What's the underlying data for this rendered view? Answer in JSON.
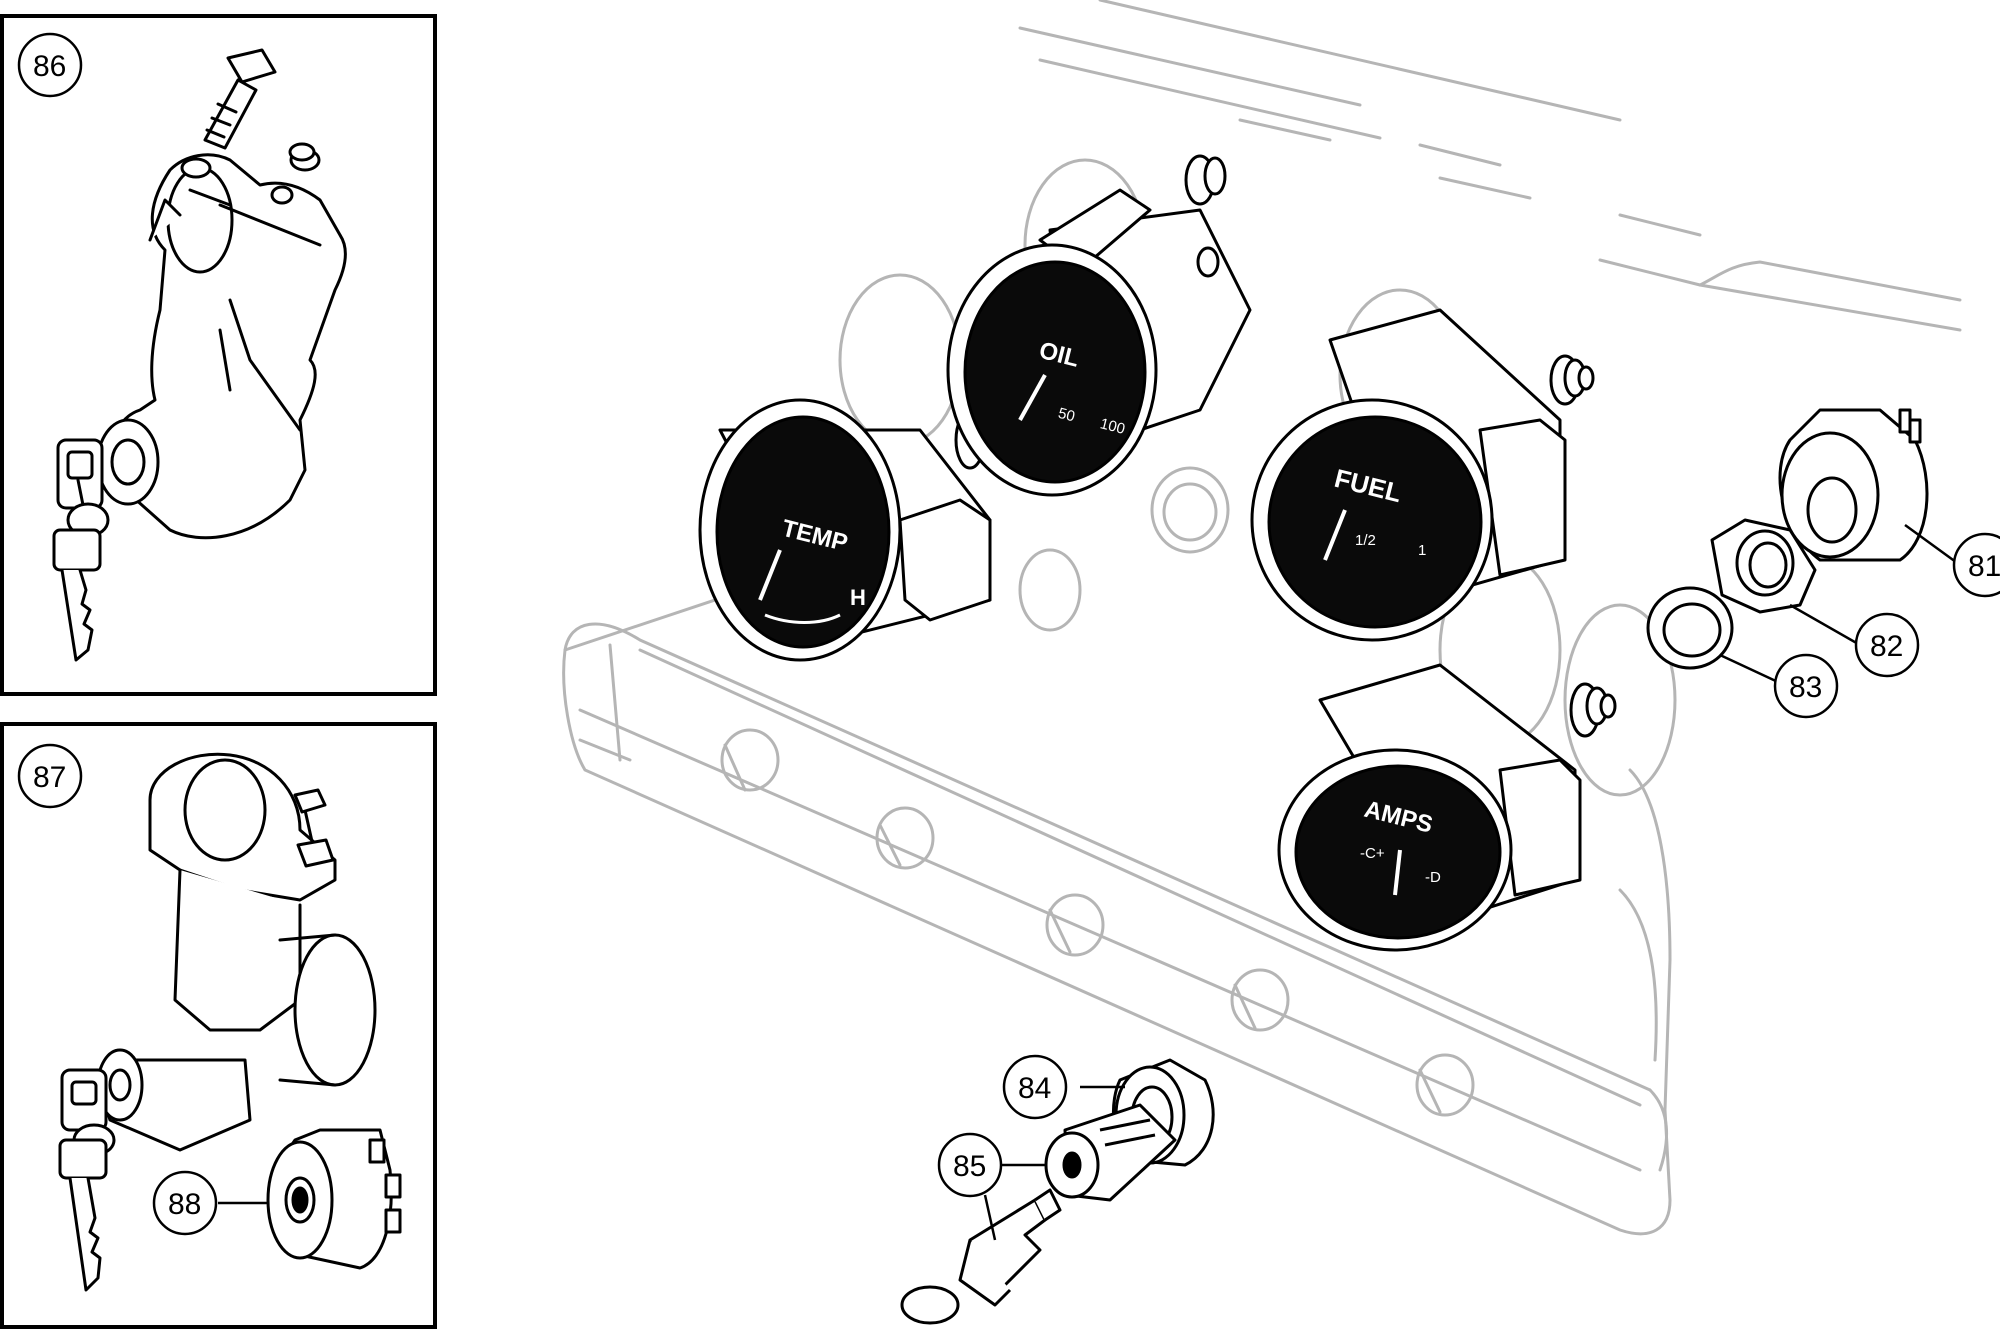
{
  "diagram": {
    "colors": {
      "ink": "#000000",
      "ghost": "#b5b5b5",
      "dial": "#0a0a0a",
      "background": "#ffffff"
    },
    "insets": [
      {
        "label": "86"
      },
      {
        "label": "87"
      }
    ],
    "callouts": {
      "c81": "81",
      "c82": "82",
      "c83": "83",
      "c84": "84",
      "c85": "85",
      "c86": "86",
      "c87": "87",
      "c88": "88"
    },
    "gauges": {
      "temp": {
        "label": "TEMP",
        "mark": "H"
      },
      "oil": {
        "label": "OIL",
        "mark_mid": "50",
        "mark_high": "100"
      },
      "fuel": {
        "label": "FUEL",
        "mark_mid": "1/2",
        "mark_high": "1"
      },
      "amps": {
        "label": "AMPS",
        "mark_left": "-C+",
        "mark_right": "-D"
      }
    }
  }
}
